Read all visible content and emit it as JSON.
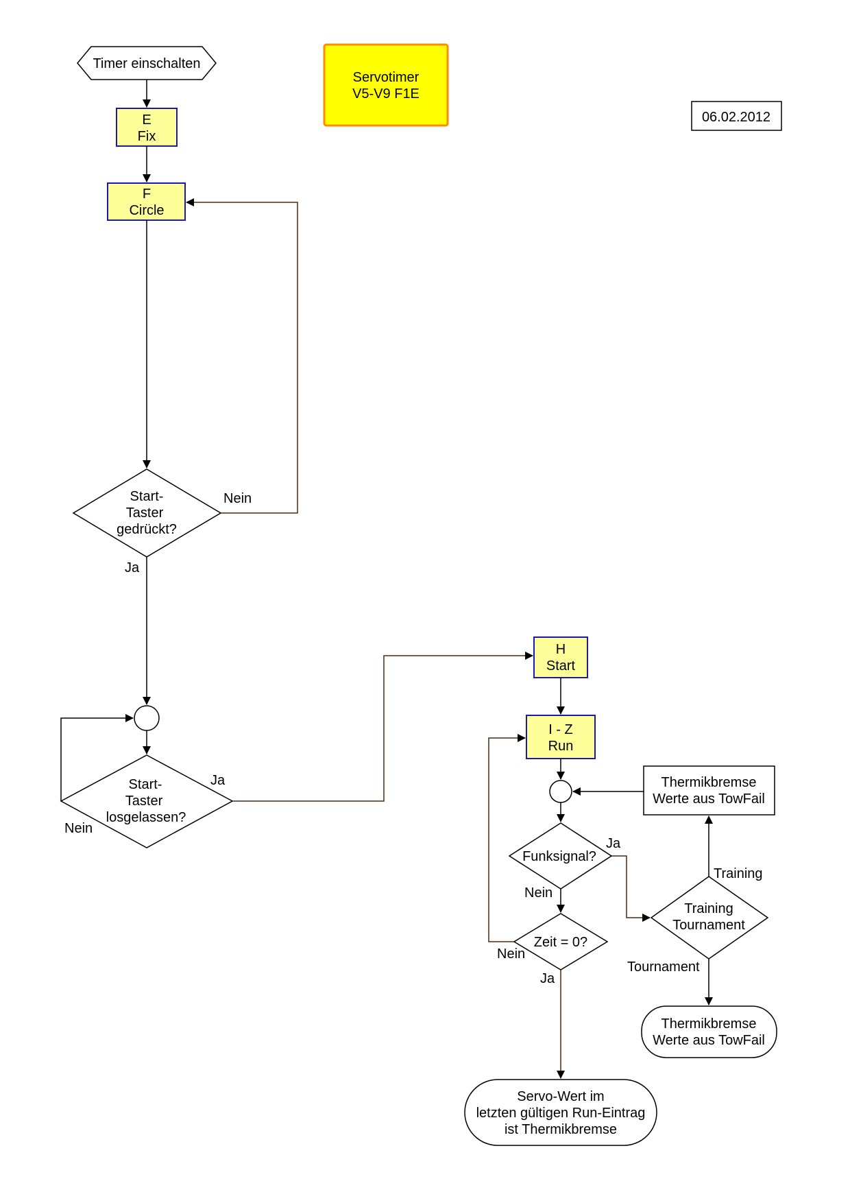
{
  "title_box": {
    "line1": "Servotimer",
    "line2": "V5-V9 F1E"
  },
  "date": "06.02.2012",
  "start": "Timer einschalten",
  "box_e": {
    "line1": "E",
    "line2": "Fix"
  },
  "box_f": {
    "line1": "F",
    "line2": "Circle"
  },
  "decision1": {
    "line1": "Start-",
    "line2": "Taster",
    "line3": "gedrückt?"
  },
  "decision1_no": "Nein",
  "decision1_yes": "Ja",
  "decision2": {
    "line1": "Start-",
    "line2": "Taster",
    "line3": "losgelassen?"
  },
  "decision2_yes": "Ja",
  "decision2_no": "Nein",
  "box_h": {
    "line1": "H",
    "line2": "Start"
  },
  "box_iz": {
    "line1": "I - Z",
    "line2": "Run"
  },
  "thermik_top": {
    "line1": "Thermikbremse",
    "line2": "Werte aus TowFail"
  },
  "funksignal": "Funksignal?",
  "funksignal_yes": "Ja",
  "funksignal_no": "Nein",
  "zeit": "Zeit = 0?",
  "zeit_no": "Nein",
  "zeit_yes": "Ja",
  "training_decision": {
    "line1": "Training",
    "line2": "Tournament"
  },
  "training_label": "Training",
  "tournament_label": "Tournament",
  "thermik_bottom": {
    "line1": "Thermikbremse",
    "line2": "Werte aus TowFail"
  },
  "end": {
    "line1": "Servo-Wert im",
    "line2": "letzten gültigen Run-Eintrag",
    "line3": "ist Thermikbremse"
  },
  "colors": {
    "box_fill": "#ffff99",
    "box_border": "#1a1aa6",
    "title_fill": "#ffff00",
    "title_border": "#ff8c00"
  }
}
